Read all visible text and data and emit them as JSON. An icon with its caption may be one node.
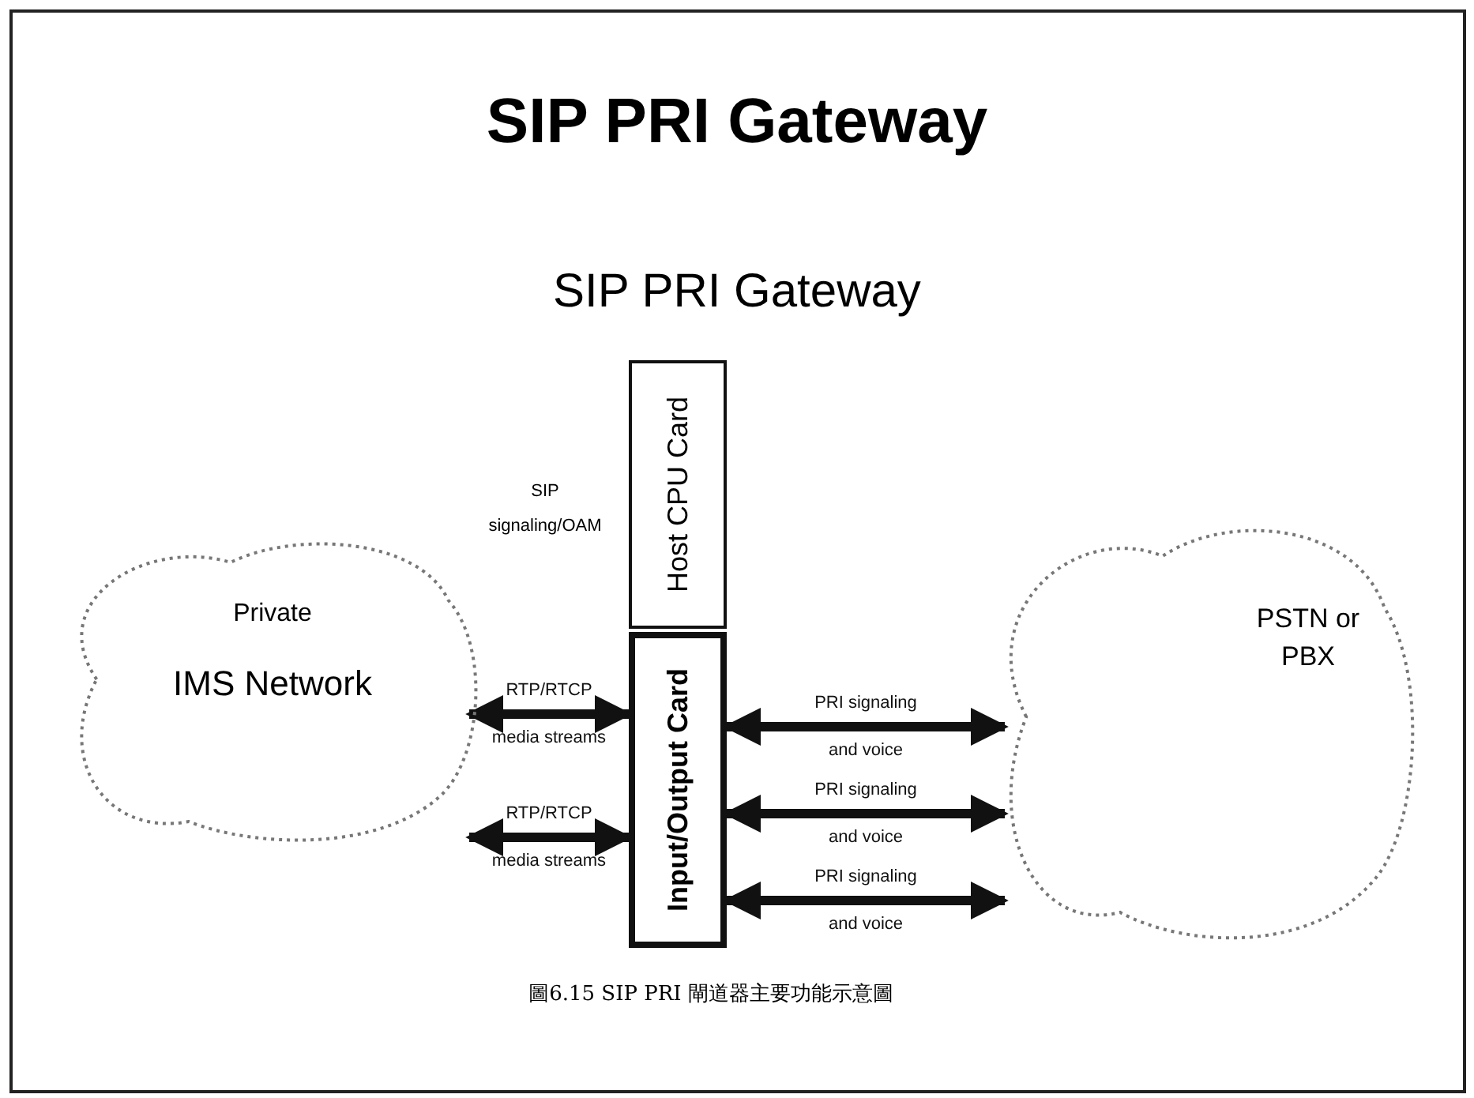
{
  "diagram": {
    "title": "SIP PRI Gateway",
    "caption": "圖6.15 SIP PRI 閘道器主要功能示意圖",
    "nodes": [
      {
        "text": [
          "Private",
          "IMS Network"
        ]
      },
      {
        "text": [
          "Host CPU Card"
        ]
      },
      {
        "text": [
          "Input/Output Card"
        ]
      },
      {
        "text": [
          "PSTN or PBX"
        ]
      }
    ],
    "edges": [
      {
        "from": 0,
        "to": 2,
        "arrow": "both",
        "label": "RTP/RTCP media streams"
      },
      {
        "from": 0,
        "to": 2,
        "arrow": "both",
        "label": "RTP/RTCP media streams"
      },
      {
        "from": 2,
        "to": 3,
        "arrow": "both",
        "label": "PRI signaling and voice"
      },
      {
        "from": 2,
        "to": 3,
        "arrow": "both",
        "label": "PRI signaling and voice"
      },
      {
        "from": 2,
        "to": 3,
        "arrow": "both",
        "label": "PRI signaling and voice"
      }
    ],
    "labels": [
      "SIP PRI Gateway",
      "SIP signaling/OAM"
    ]
  }
}
